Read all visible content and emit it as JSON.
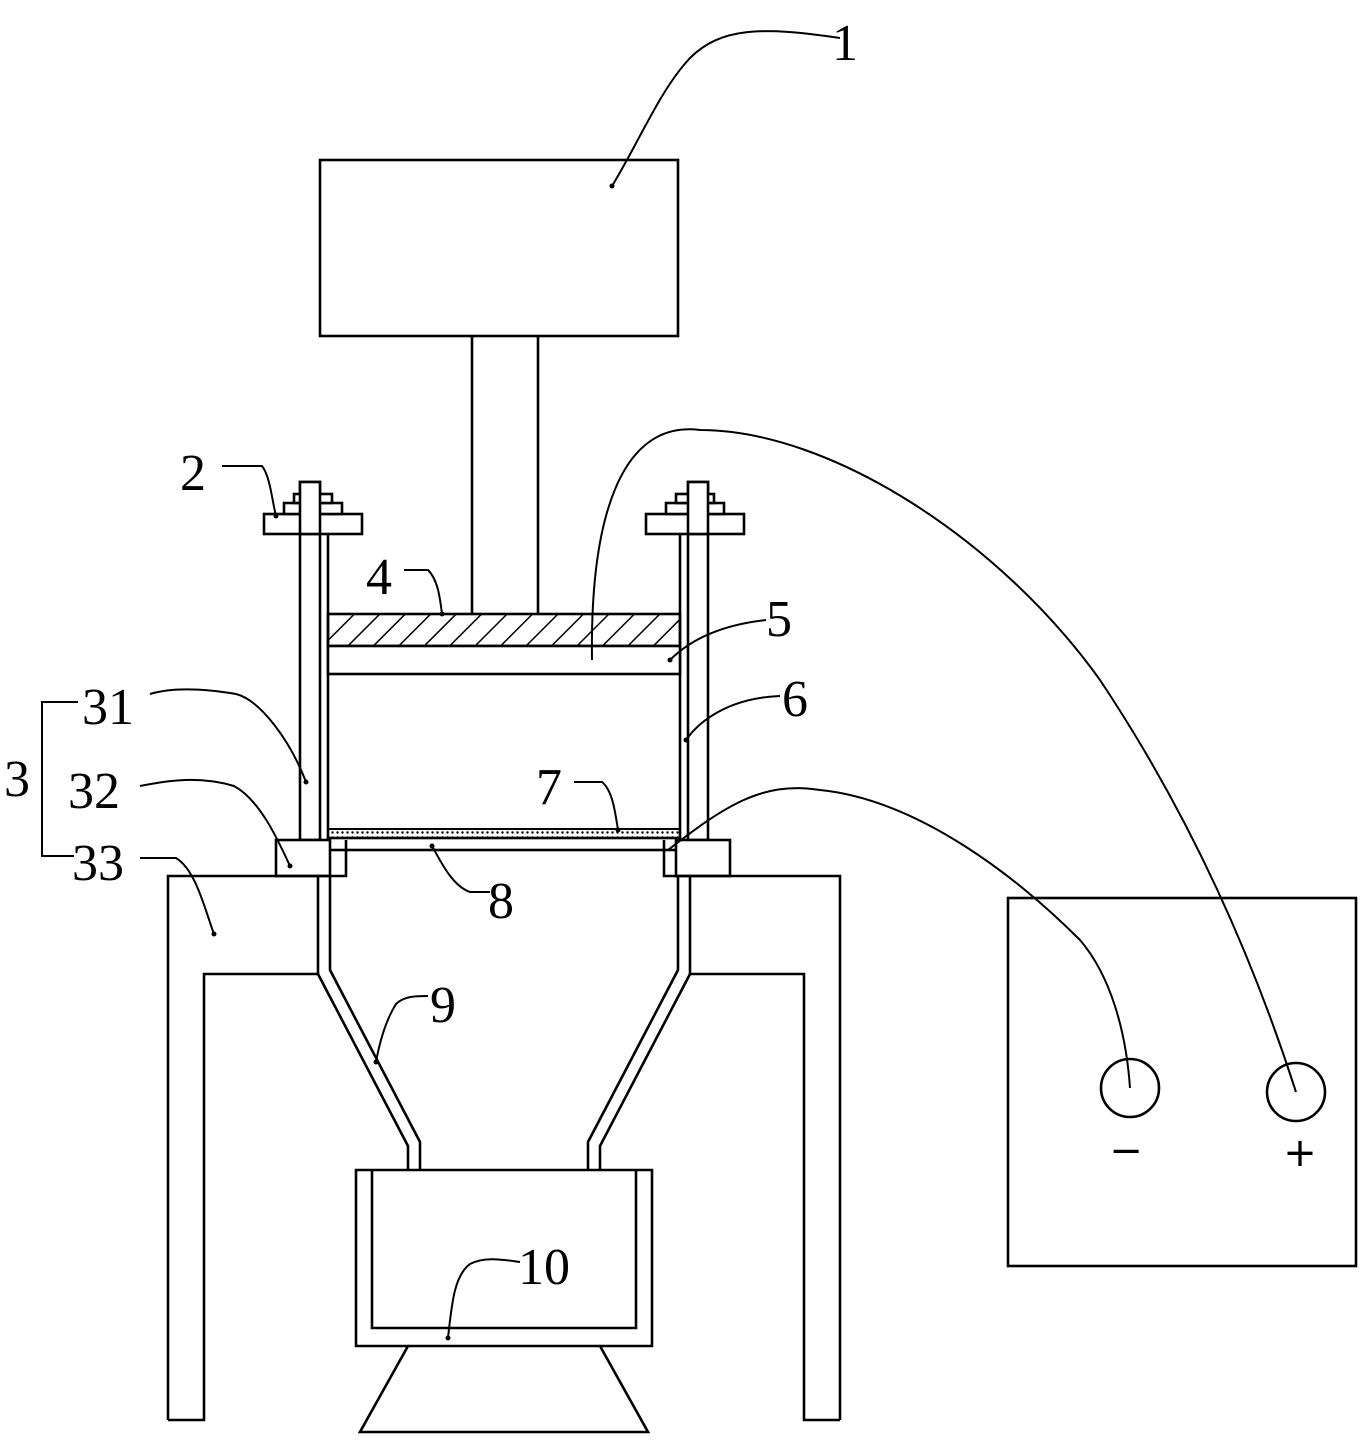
{
  "labels": {
    "l1": "1",
    "l2": "2",
    "l3": "3",
    "l31": "31",
    "l32": "32",
    "l33": "33",
    "l4": "4",
    "l5": "5",
    "l6": "6",
    "l7": "7",
    "l8": "8",
    "l9": "9",
    "l10": "10"
  },
  "power_supply": {
    "negative_sign": "−",
    "positive_sign": "+"
  }
}
